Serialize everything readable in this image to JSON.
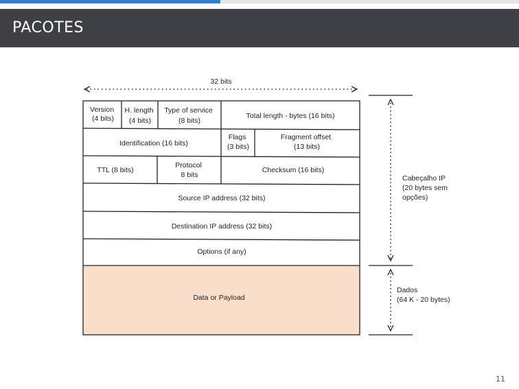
{
  "slide": {
    "title": "PACOTES",
    "page_number": "11",
    "progress": 0.425
  },
  "colors": {
    "header_bg": "#3f4045",
    "progress": "#2f7fd2",
    "payload_fill": "#f9dfc9",
    "line": "#222222"
  },
  "diagram": {
    "width_label": "32 bits",
    "rows": {
      "version": [
        "Version",
        "(4 bits)"
      ],
      "header_length": [
        "H. length",
        "(4 bits)"
      ],
      "type_of_service": [
        "Type of service",
        "(8 bits)"
      ],
      "total_length": "Total length - bytes (16 bits)",
      "identification": "Identification (16 bits)",
      "flags": [
        "Flags",
        "(3 bits)"
      ],
      "fragment_offset": [
        "Fragment offset",
        "(13 bits)"
      ],
      "ttl": "TTL (8 bits)",
      "protocol": [
        "Protocol",
        "8 bits"
      ],
      "checksum": "Checksum (16 bits)",
      "source_ip": "Source IP address (32 bits)",
      "destination_ip": "Destination IP address (32 bits)",
      "options": "Options (if any)",
      "payload": "Data or Payload"
    },
    "header_label": [
      "Cabeçalho IP",
      "(20 bytes sem",
      "opções)"
    ],
    "data_label": [
      "Dados",
      "(64 K - 20 bytes)"
    ]
  }
}
